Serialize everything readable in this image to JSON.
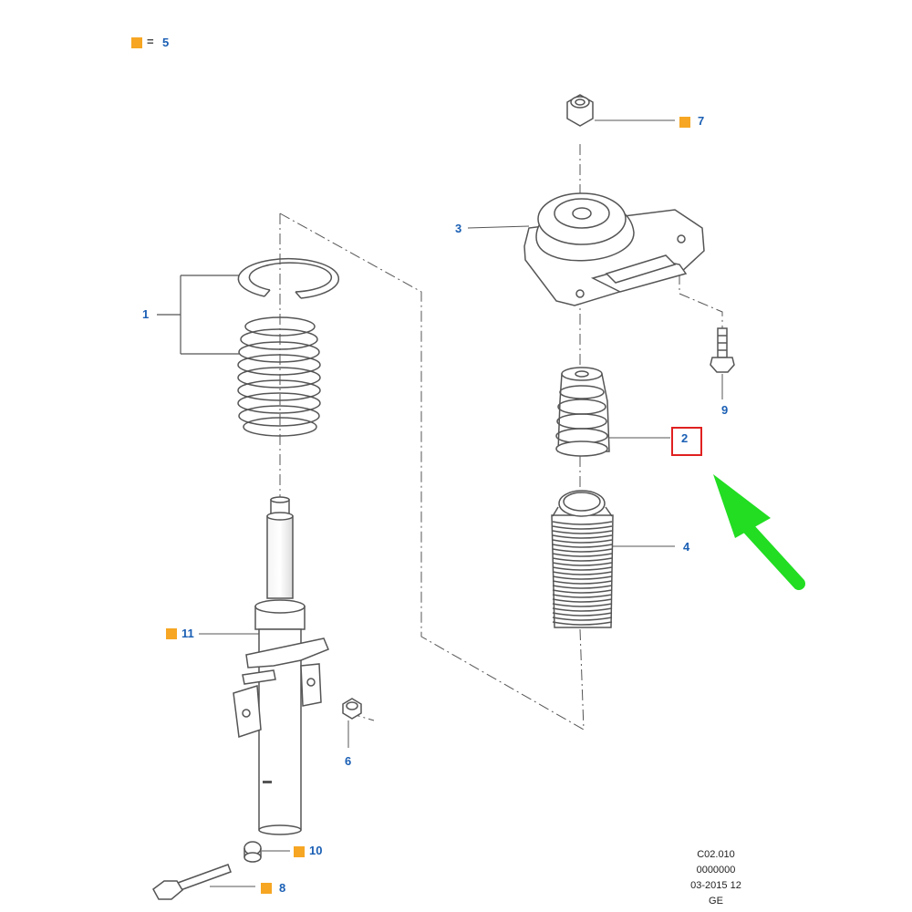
{
  "legend": {
    "symbol_value": "5",
    "symbol_color": "#f6a623"
  },
  "callouts": {
    "c1": "1",
    "c2": "2",
    "c3": "3",
    "c4": "4",
    "c6": "6",
    "c7": "7",
    "c8": "8",
    "c9": "9",
    "c10": "10",
    "c11": "11"
  },
  "highlighted_callout": "2",
  "reference": {
    "line1": "C02.010",
    "line2": "0000000",
    "line3": "03-2015 12",
    "line4": "GE"
  },
  "colors": {
    "label_blue": "#1a5fb4",
    "marker_orange": "#f6a623",
    "highlight_red": "#e02020",
    "arrow_green": "#22dd22",
    "line_gray": "#555555"
  }
}
